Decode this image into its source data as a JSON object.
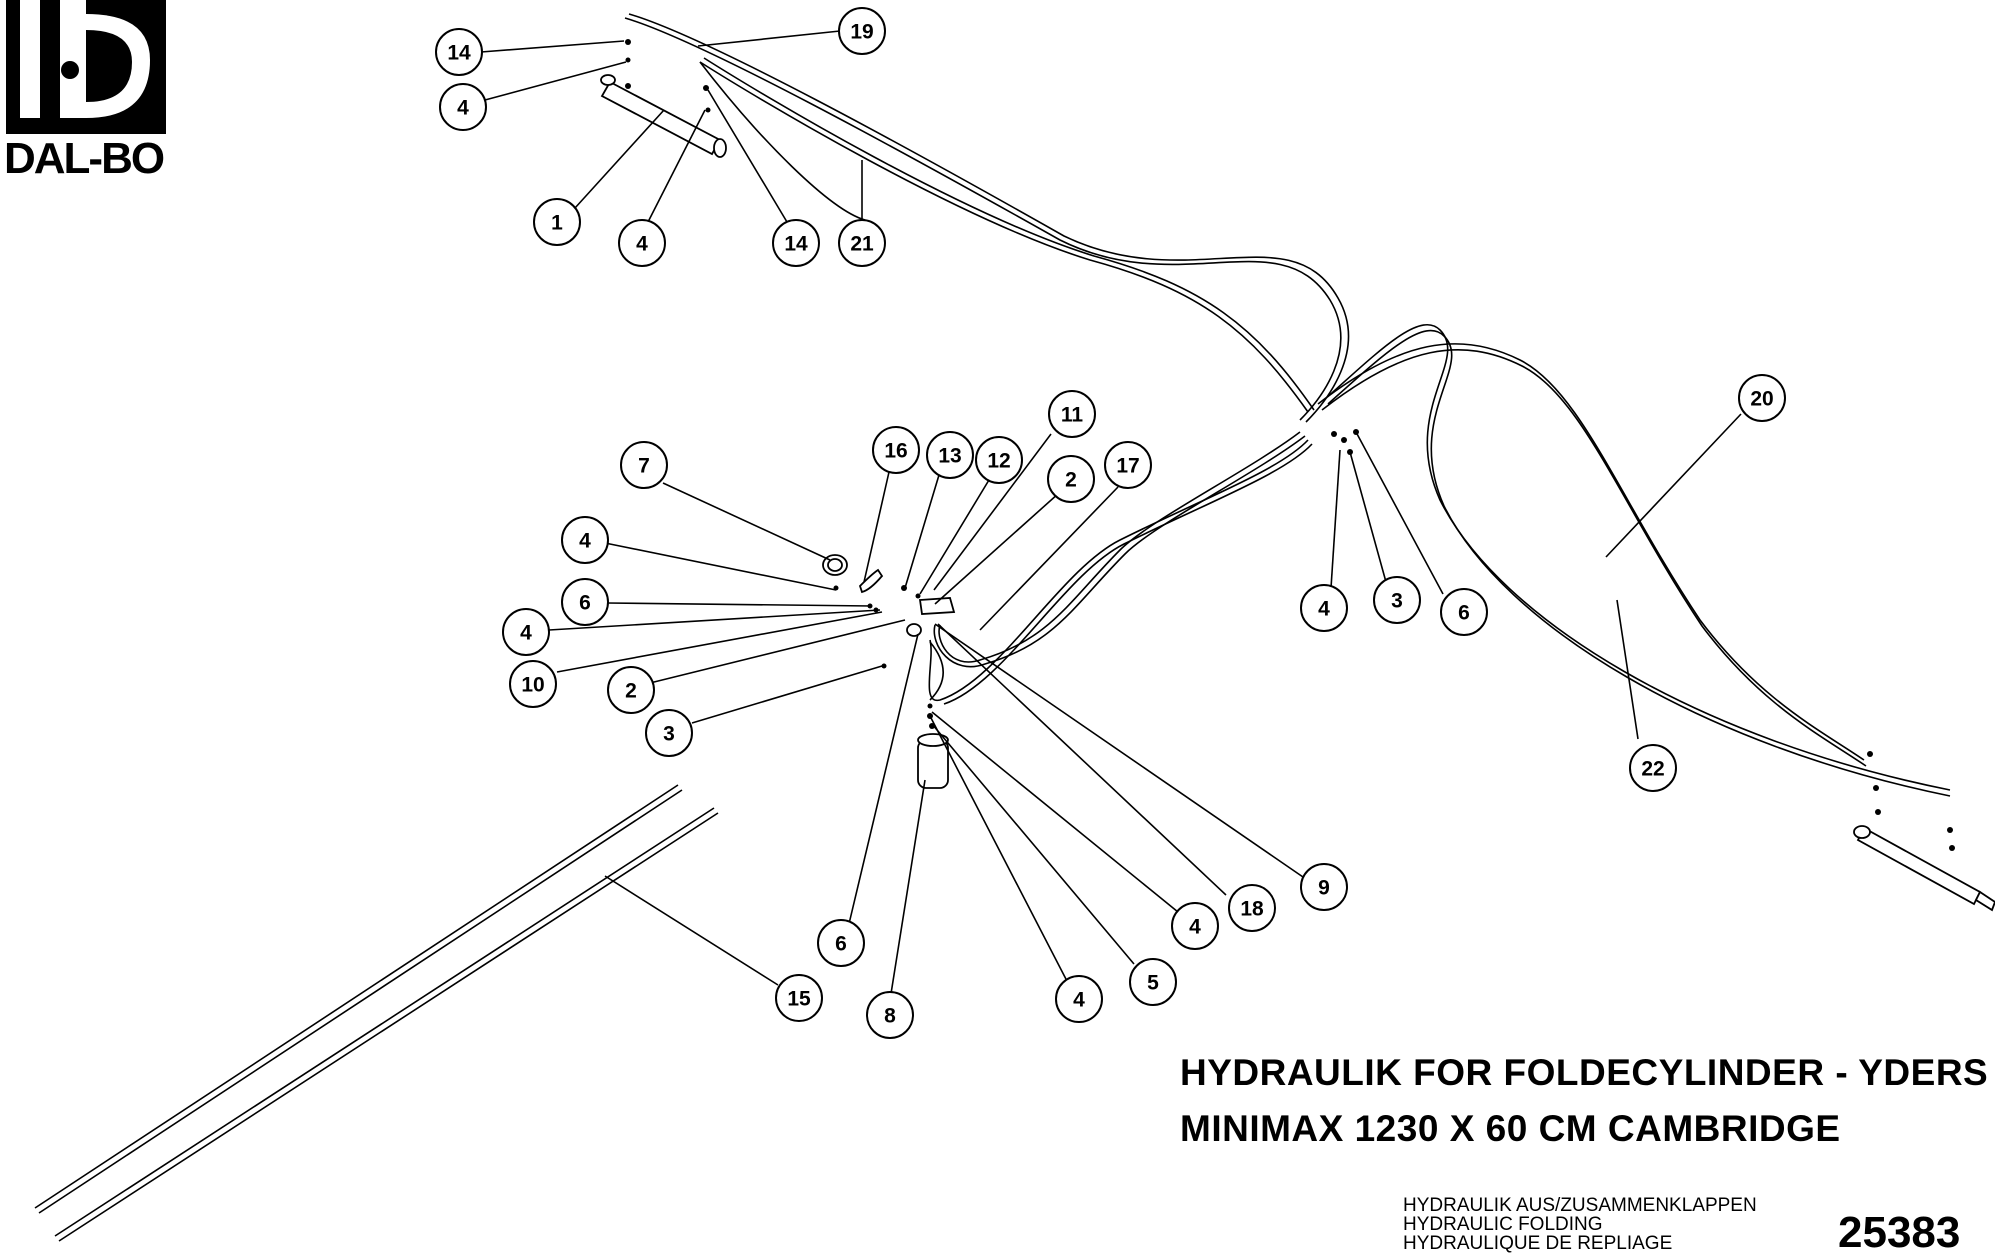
{
  "logo": {
    "text": "DAL-BO"
  },
  "title": {
    "line1": "HYDRAULIK FOR FOLDECYLINDER - YDERS",
    "line2": "MINIMAX 1230 X 60 CM CAMBRIDGE"
  },
  "subtitles": [
    "HYDRAULIK AUS/ZUSAMMENKLAPPEN",
    "HYDRAULIC FOLDING",
    "HYDRAULIQUE DE REPLIAGE"
  ],
  "part_number": "25383",
  "callouts": [
    {
      "label": "14"
    },
    {
      "label": "19"
    },
    {
      "label": "4"
    },
    {
      "label": "1"
    },
    {
      "label": "4"
    },
    {
      "label": "14"
    },
    {
      "label": "21"
    },
    {
      "label": "20"
    },
    {
      "label": "11"
    },
    {
      "label": "16"
    },
    {
      "label": "13"
    },
    {
      "label": "12"
    },
    {
      "label": "7"
    },
    {
      "label": "2"
    },
    {
      "label": "17"
    },
    {
      "label": "4"
    },
    {
      "label": "6"
    },
    {
      "label": "4"
    },
    {
      "label": "10"
    },
    {
      "label": "2"
    },
    {
      "label": "3"
    },
    {
      "label": "4"
    },
    {
      "label": "3"
    },
    {
      "label": "6"
    },
    {
      "label": "22"
    },
    {
      "label": "9"
    },
    {
      "label": "18"
    },
    {
      "label": "4"
    },
    {
      "label": "6"
    },
    {
      "label": "5"
    },
    {
      "label": "15"
    },
    {
      "label": "8"
    },
    {
      "label": "4"
    }
  ]
}
